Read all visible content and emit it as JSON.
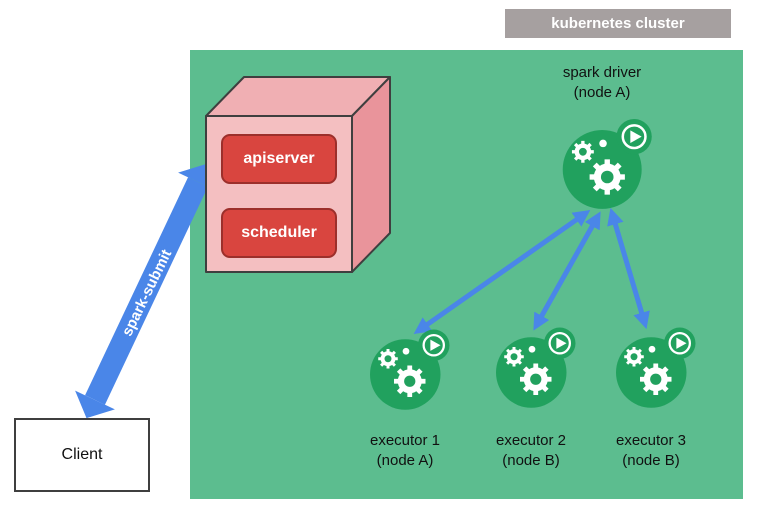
{
  "cluster": {
    "label": "kubernetes cluster"
  },
  "control_plane": {
    "apiserver": "apiserver",
    "scheduler": "scheduler"
  },
  "driver": {
    "title": "spark driver",
    "node": "(node A)"
  },
  "executors": [
    {
      "title": "executor 1",
      "node": "(node A)"
    },
    {
      "title": "executor 2",
      "node": "(node B)"
    },
    {
      "title": "executor 3",
      "node": "(node B)"
    }
  ],
  "client": {
    "label": "Client"
  },
  "arrows": {
    "spark_submit": "spark-submit"
  },
  "colors": {
    "cluster_bg": "#5cbd8f",
    "cluster_label_bg": "#a6a0a0",
    "arrow_blue": "#4a86e8",
    "pod_green": "#21a15e",
    "cube_front": "#f4bfc1",
    "cube_top": "#f0afb3",
    "cube_side": "#e9949b",
    "button_red": "#d9453f"
  },
  "icons": {
    "pod": "spark-pod-icon (gears + play badge)",
    "play": "play-icon",
    "gear": "gear-icon"
  }
}
